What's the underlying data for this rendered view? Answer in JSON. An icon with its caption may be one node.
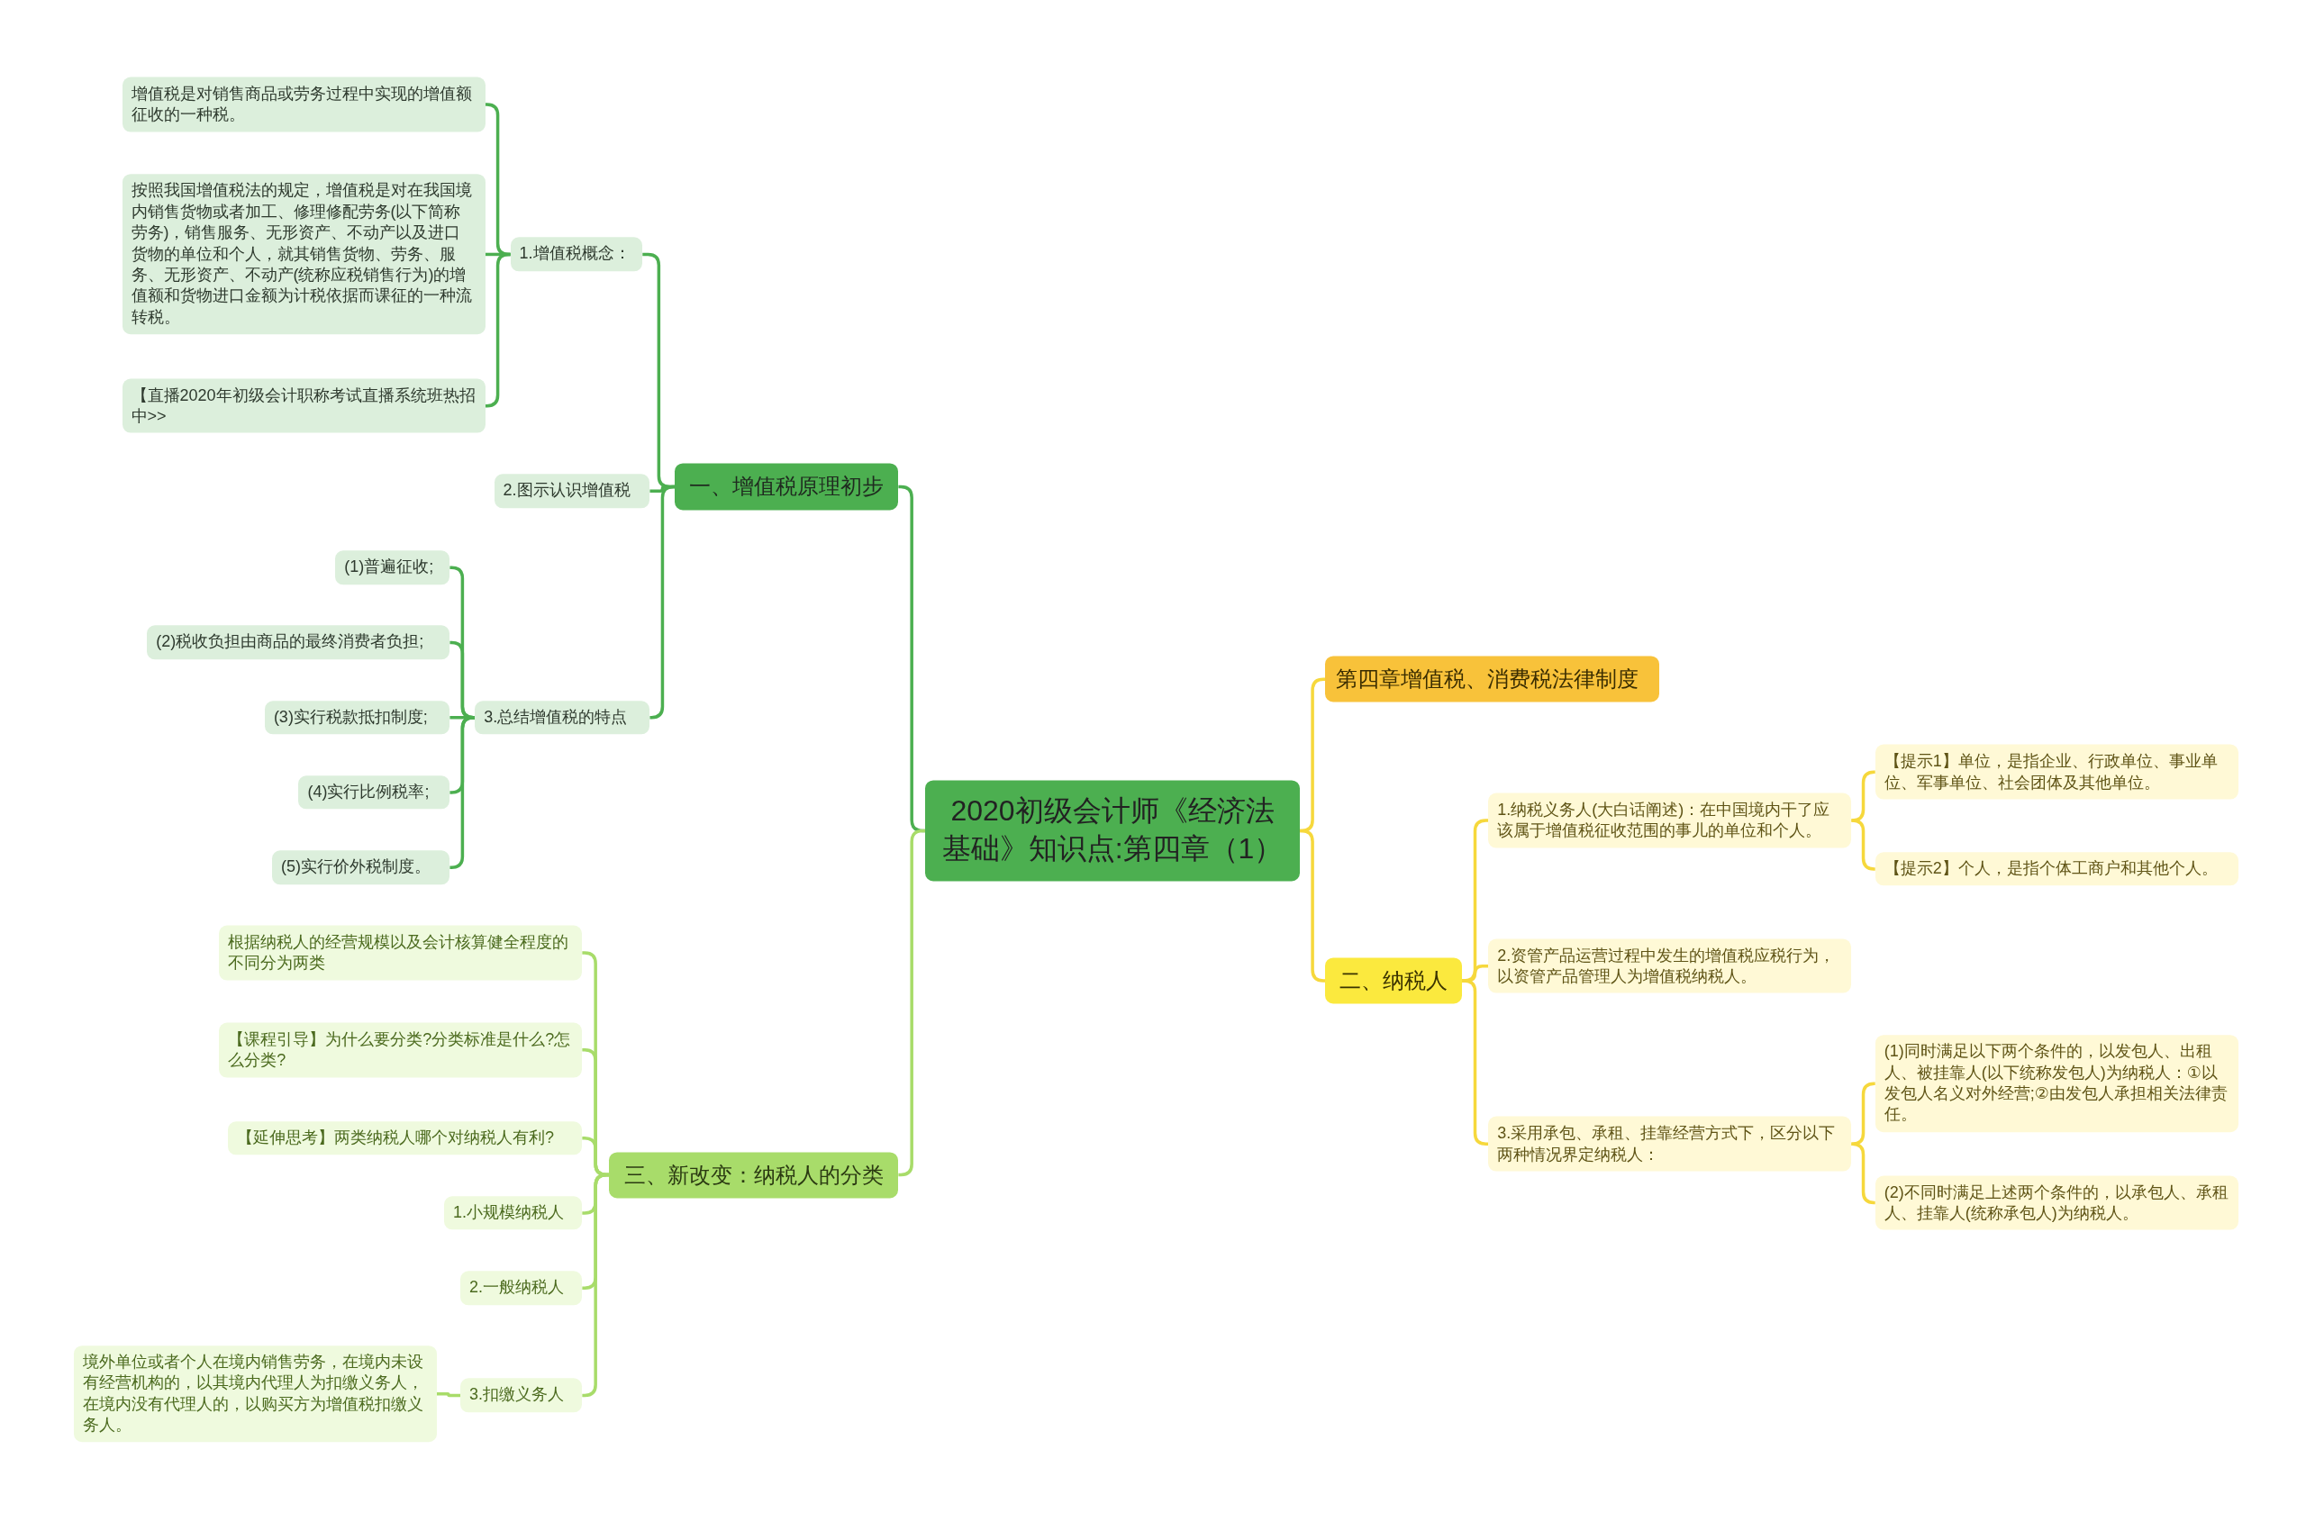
{
  "diagram": {
    "nodes": [
      {
        "text": [
          "2020初级会计师《经济法基础》知识点:第四章（1）"
        ]
      },
      {
        "text": [
          "一、增值税原理初步"
        ]
      },
      {
        "text": [
          "1.增值税概念："
        ]
      },
      {
        "text": [
          "增值税是对销售商品或劳务过程中实现的增值额征收的一种税。"
        ]
      },
      {
        "text": [
          "按照我国增值税法的规定，增值税是对在我国境内销售货物或者加工、修理修配劳务(以下简称劳务)，销售服务、无形资产、不动产以及进口货物的单位和个人，就其销售货物、劳务、服务、无形资产、不动产(统称应税销售行为)的增值额和货物进口金额为计税依据而课征的一种流转税。"
        ]
      },
      {
        "text": [
          "【直播2020年初级会计职称考试直播系统班热招中>>"
        ]
      },
      {
        "text": [
          "2.图示认识增值税"
        ]
      },
      {
        "text": [
          "3.总结增值税的特点"
        ]
      },
      {
        "text": [
          "(1)普遍征收;"
        ]
      },
      {
        "text": [
          "(2)税收负担由商品的最终消费者负担;"
        ]
      },
      {
        "text": [
          "(3)实行税款抵扣制度;"
        ]
      },
      {
        "text": [
          "(4)实行比例税率;"
        ]
      },
      {
        "text": [
          "(5)实行价外税制度。"
        ]
      },
      {
        "text": [
          "三、新改变：纳税人的分类"
        ]
      },
      {
        "text": [
          "根据纳税人的经营规模以及会计核算健全程度的不同分为两类"
        ]
      },
      {
        "text": [
          "【课程引导】为什么要分类?分类标准是什么?怎么分类?"
        ]
      },
      {
        "text": [
          "【延伸思考】两类纳税人哪个对纳税人有利?"
        ]
      },
      {
        "text": [
          "1.小规模纳税人"
        ]
      },
      {
        "text": [
          "2.一般纳税人"
        ]
      },
      {
        "text": [
          "3.扣缴义务人"
        ]
      },
      {
        "text": [
          "境外单位或者个人在境内销售劳务，在境内未设有经营机构的，以其境内代理人为扣缴义务人，在境内没有代理人的，以购买方为增值税扣缴义务人。"
        ]
      },
      {
        "text": [
          "第四章增值税、消费税法律制度"
        ]
      },
      {
        "text": [
          "二、纳税人"
        ]
      },
      {
        "text": [
          "1.纳税义务人(大白话阐述)：在中国境内干了应该属于增值税征收范围的事儿的单位和个人。"
        ]
      },
      {
        "text": [
          "【提示1】单位，是指企业、行政单位、事业单位、军事单位、社会团体及其他单位。"
        ]
      },
      {
        "text": [
          "【提示2】个人，是指个体工商户和其他个人。"
        ]
      },
      {
        "text": [
          "2.资管产品运营过程中发生的增值税应税行为，以资管产品管理人为增值税纳税人。"
        ]
      },
      {
        "text": [
          "3.采用承包、承租、挂靠经营方式下，区分以下两种情况界定纳税人："
        ]
      },
      {
        "text": [
          "(1)同时满足以下两个条件的，以发包人、出租人、被挂靠人(以下统称发包人)为纳税人：①以发包人名义对外经营;②由发包人承担相关法律责任。"
        ]
      },
      {
        "text": [
          "(2)不同时满足上述两个条件的，以承包人、承租人、挂靠人(统称承包人)为纳税人。"
        ]
      }
    ],
    "edges": [
      {
        "from": 0,
        "to": 1,
        "arrow": "none",
        "color": "#4caf50"
      },
      {
        "from": 1,
        "to": 2,
        "arrow": "none",
        "color": "#4caf50"
      },
      {
        "from": 2,
        "to": 3,
        "arrow": "none",
        "color": "#4caf50"
      },
      {
        "from": 2,
        "to": 4,
        "arrow": "none",
        "color": "#4caf50"
      },
      {
        "from": 2,
        "to": 5,
        "arrow": "none",
        "color": "#4caf50"
      },
      {
        "from": 1,
        "to": 6,
        "arrow": "none",
        "color": "#4caf50"
      },
      {
        "from": 1,
        "to": 7,
        "arrow": "none",
        "color": "#4caf50"
      },
      {
        "from": 7,
        "to": 8,
        "arrow": "none",
        "color": "#4caf50"
      },
      {
        "from": 7,
        "to": 9,
        "arrow": "none",
        "color": "#4caf50"
      },
      {
        "from": 7,
        "to": 10,
        "arrow": "none",
        "color": "#4caf50"
      },
      {
        "from": 7,
        "to": 11,
        "arrow": "none",
        "color": "#4caf50"
      },
      {
        "from": 7,
        "to": 12,
        "arrow": "none",
        "color": "#4caf50"
      },
      {
        "from": 0,
        "to": 13,
        "arrow": "none",
        "color": "#a8dc6a"
      },
      {
        "from": 13,
        "to": 14,
        "arrow": "none",
        "color": "#a8dc6a"
      },
      {
        "from": 13,
        "to": 15,
        "arrow": "none",
        "color": "#a8dc6a"
      },
      {
        "from": 13,
        "to": 16,
        "arrow": "none",
        "color": "#a8dc6a"
      },
      {
        "from": 13,
        "to": 17,
        "arrow": "none",
        "color": "#a8dc6a"
      },
      {
        "from": 13,
        "to": 18,
        "arrow": "none",
        "color": "#a8dc6a"
      },
      {
        "from": 13,
        "to": 19,
        "arrow": "none",
        "color": "#a8dc6a"
      },
      {
        "from": 19,
        "to": 20,
        "arrow": "none",
        "color": "#a8dc6a"
      },
      {
        "from": 0,
        "to": 21,
        "arrow": "none",
        "color": "#f6d83c"
      },
      {
        "from": 0,
        "to": 22,
        "arrow": "none",
        "color": "#f6d83c"
      },
      {
        "from": 22,
        "to": 23,
        "arrow": "none",
        "color": "#f6d83c"
      },
      {
        "from": 23,
        "to": 24,
        "arrow": "none",
        "color": "#f6d83c"
      },
      {
        "from": 23,
        "to": 25,
        "arrow": "none",
        "color": "#f6d83c"
      },
      {
        "from": 22,
        "to": 26,
        "arrow": "none",
        "color": "#f6d83c"
      },
      {
        "from": 22,
        "to": 27,
        "arrow": "none",
        "color": "#f6d83c"
      },
      {
        "from": 27,
        "to": 28,
        "arrow": "none",
        "color": "#f6d83c"
      },
      {
        "from": 27,
        "to": 29,
        "arrow": "none",
        "color": "#f6d83c"
      }
    ]
  }
}
